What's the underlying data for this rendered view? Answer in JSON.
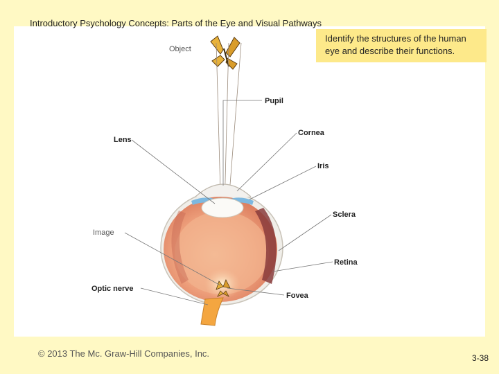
{
  "slide": {
    "title": "Introductory Psychology Concepts: Parts of the Eye and Visual Pathways",
    "objective": "Identify the structures of the human eye and describe their functions.",
    "copyright": "© 2013 The Mc. Graw-Hill Companies, Inc.",
    "page": "3-38"
  },
  "diagram": {
    "labels": {
      "object": "Object",
      "pupil": "Pupil",
      "lens": "Lens",
      "cornea": "Cornea",
      "iris": "Iris",
      "image": "Image",
      "sclera": "Sclera",
      "retina": "Retina",
      "optic_nerve": "Optic nerve",
      "fovea": "Fovea"
    }
  },
  "colors": {
    "frame": "#fff9c4",
    "objective_box": "#fde98a",
    "eye_outer": "#f3b69a",
    "eye_inner": "#e98d6a",
    "iris": "#7db8e0",
    "optic_nerve": "#f4a640"
  }
}
